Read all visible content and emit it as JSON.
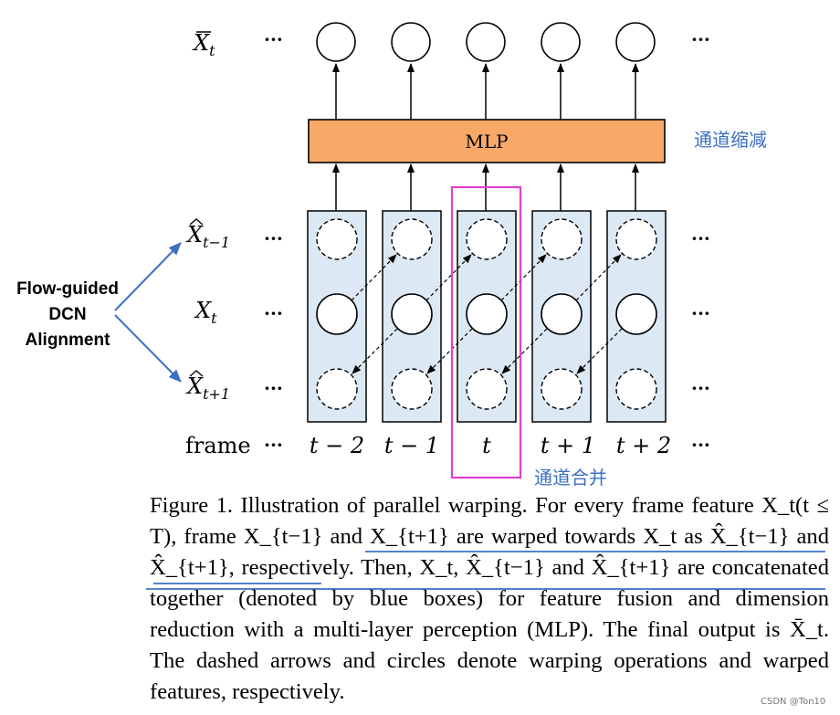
{
  "rows": {
    "x_bar": {
      "base": "X",
      "sub": "t"
    },
    "x_hat_prev": {
      "base": "X",
      "sub": "t−1"
    },
    "x_t": {
      "base": "X",
      "sub": "t"
    },
    "x_hat_next": {
      "base": "X",
      "sub": "t+1"
    },
    "frame": "frame"
  },
  "ellipsis": "···",
  "frames": [
    "t − 2",
    "t − 1",
    "t",
    "t + 1",
    "t + 2"
  ],
  "mlp_label": "MLP",
  "annotations": {
    "channel_reduce": "通道缩减",
    "channel_merge": "通道合并",
    "flow_line1": "Flow-guided",
    "flow_line2": "DCN",
    "flow_line3": "Alignment"
  },
  "caption": "Figure 1. Illustration of parallel warping. For every frame feature X_t(t ≤ T), frame X_{t−1} and X_{t+1} are warped towards X_t as X̂_{t−1} and X̂_{t+1}, respectively. Then, X_t, X̂_{t−1} and X̂_{t+1} are concatenated together (denoted by blue boxes) for feature fusion and dimension reduction with a multi-layer perception (MLP). The final output is X̄_t. The dashed arrows and circles denote warping operations and warped features, respectively.",
  "watermark": "CSDN @Ton10",
  "colors": {
    "box_fill": "#dce9f5",
    "mlp_fill": "#f8a968",
    "highlight": "#e040d0",
    "annotation_blue": "#3b6fc4"
  }
}
